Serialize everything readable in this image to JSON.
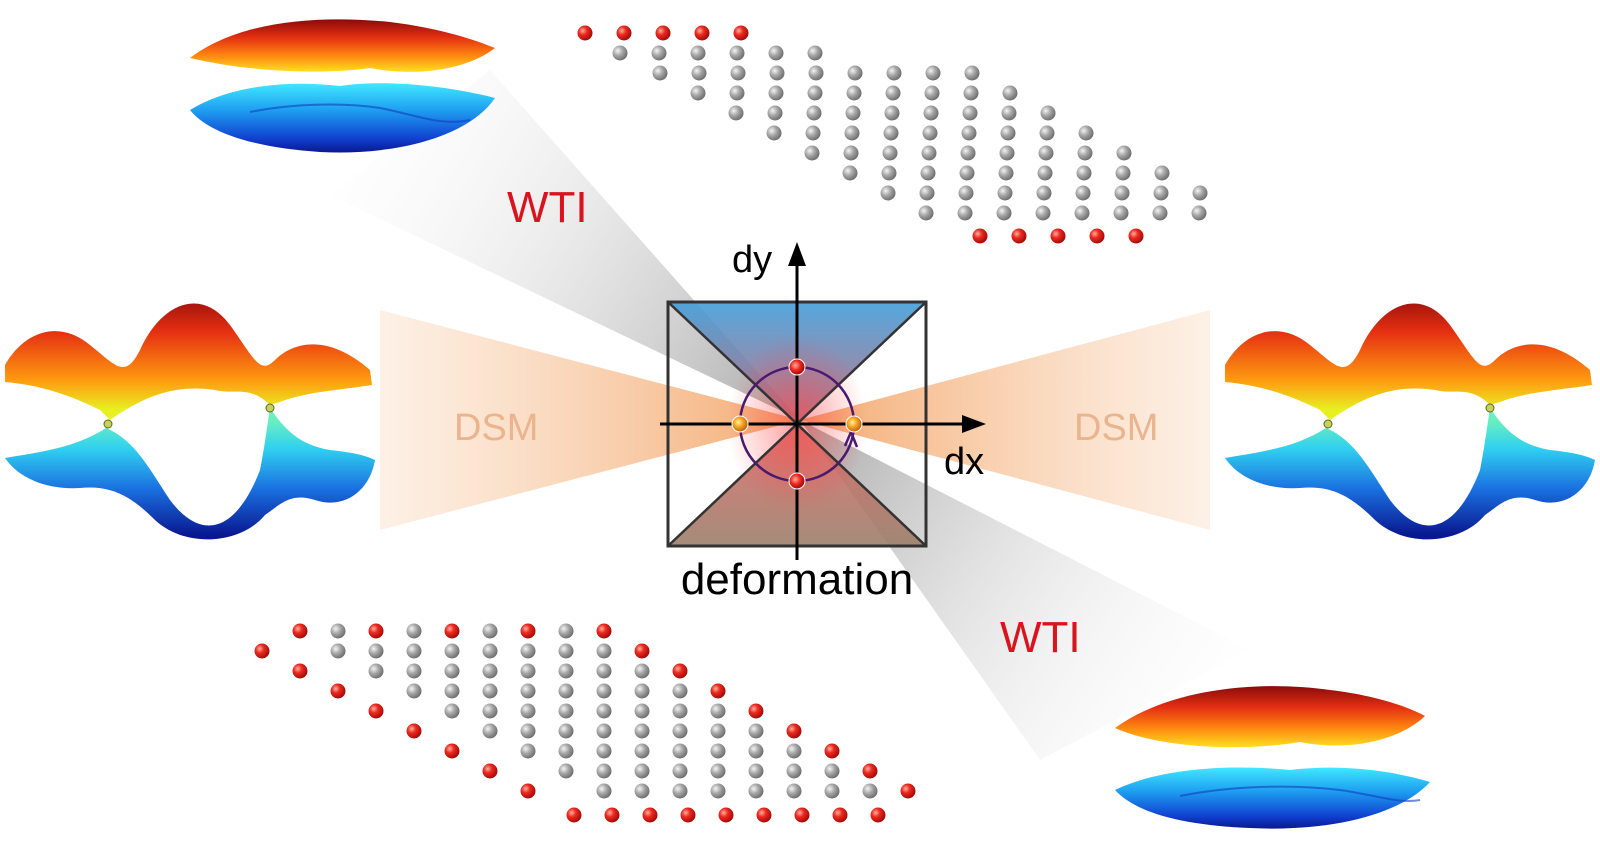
{
  "labels": {
    "wti_top": "WTI",
    "wti_bottom": "WTI",
    "dsm_left": "DSM",
    "dsm_right": "DSM",
    "axis_y": "dy",
    "axis_x": "dx",
    "caption": "deformation"
  },
  "colors": {
    "wti_text": "#d8141e",
    "dsm_text": "#e9b48e",
    "axis": "#000000",
    "circle": "#4a1a6e",
    "atom_red": "#e3161c",
    "atom_gray": "#9a9a9a",
    "triangle_top": "#3f9fdc",
    "triangle_bottom": "#a86a5c",
    "dirac_point": "#f0a020"
  }
}
